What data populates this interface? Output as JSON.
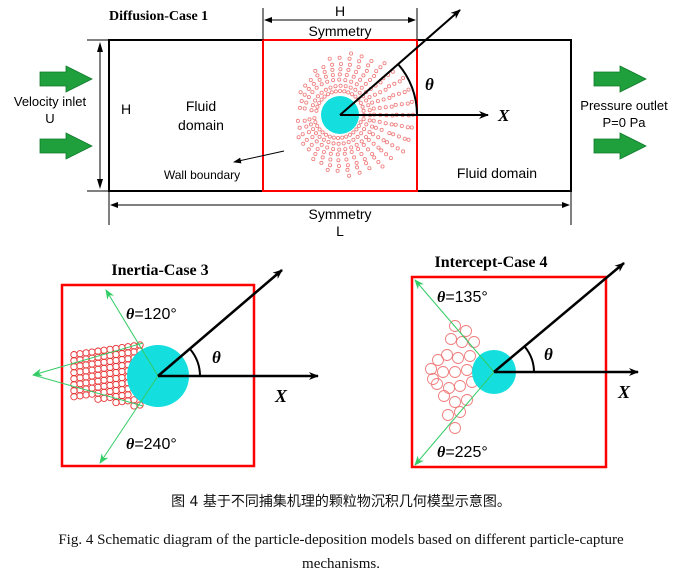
{
  "colors": {
    "domain_border": "#000000",
    "red_box": "#ff0000",
    "particle": "#ef7b7b",
    "particle_dark": "#e83030",
    "fiber": "#14dede",
    "flow_arrow": "#1fa03c",
    "flow_arrow_edge": "#0e7a2a",
    "angle_line": "#33cc66"
  },
  "case1": {
    "title": "Diffusion-Case 1",
    "inlet_label_1": "Velocity inlet",
    "inlet_label_2": "U",
    "height_label": "H",
    "fluid_left_1": "Fluid",
    "fluid_left_2": "domain",
    "wall_label": "Wall boundary",
    "top_width_label": "H",
    "top_symmetry": "Symmetry",
    "bottom_symmetry": "Symmetry",
    "length_label": "L",
    "theta_label": "θ",
    "x_axis_label": "X",
    "fluid_right": "Fluid domain",
    "outlet_label_1": "Pressure outlet",
    "outlet_label_2": "P=0 Pa"
  },
  "case3": {
    "title": "Inertia-Case 3",
    "theta_upper": "=120°",
    "theta_lower": "=240°",
    "theta_symbol": "θ",
    "theta_label": "θ",
    "x_axis_label": "X",
    "angle_upper_deg": 120,
    "angle_lower_deg": 240
  },
  "case4": {
    "title": "Intercept-Case 4",
    "theta_upper": "=135°",
    "theta_lower": "=225°",
    "theta_symbol": "θ",
    "theta_label": "θ",
    "x_axis_label": "X",
    "angle_upper_deg": 135,
    "angle_lower_deg": 225
  },
  "caption": {
    "chinese": "图 4  基于不同捕集机理的颗粒物沉积几何模型示意图。",
    "english": "Fig. 4 Schematic diagram of the particle-deposition models based on different particle-capture mechanisms."
  }
}
